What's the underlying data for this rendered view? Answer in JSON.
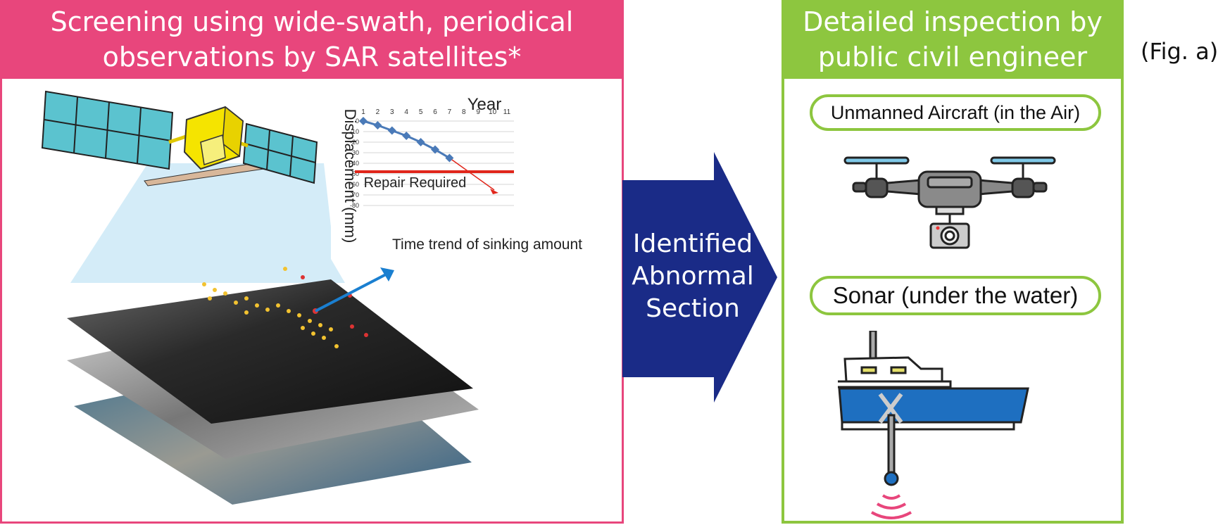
{
  "left": {
    "title_line1": "Screening using wide-swath, periodical",
    "title_line2": "observations by SAR satellites*"
  },
  "right": {
    "title_line1": "Detailed inspection by",
    "title_line2": "public civil engineer",
    "aircraft_label": "Unmanned Aircraft (in the Air)",
    "sonar_label": "Sonar (under the water)"
  },
  "arrow": {
    "line1": "Identified",
    "line2": "Abnormal",
    "line3": "Section"
  },
  "fig_label": "(Fig. a)",
  "colors": {
    "left_accent": "#e8467c",
    "right_accent": "#8dc63f",
    "arrow": "#1a2b87",
    "series": "#4a7ab8",
    "threshold": "#e0261b"
  },
  "chart_data": {
    "type": "line",
    "title": "Year",
    "xlabel": "Time trend of sinking amount",
    "ylabel": "Displacement (mm)",
    "xlim": [
      1,
      11
    ],
    "ylim": [
      -80,
      0
    ],
    "x_ticks": [
      1,
      2,
      3,
      4,
      5,
      6,
      7,
      8,
      9,
      10,
      11
    ],
    "y_ticks": [
      0,
      -10,
      -20,
      -30,
      -40,
      -50,
      -60,
      -70,
      -80
    ],
    "series": [
      {
        "x": [
          1,
          2,
          3,
          4,
          5,
          6,
          7
        ],
        "y": [
          0,
          -4,
          -9,
          -14,
          -20,
          -27,
          -35
        ]
      }
    ],
    "trend": {
      "x": [
        7,
        11
      ],
      "y": [
        -35,
        -60
      ]
    },
    "threshold": {
      "y": -48,
      "label": "Repair Required"
    }
  }
}
